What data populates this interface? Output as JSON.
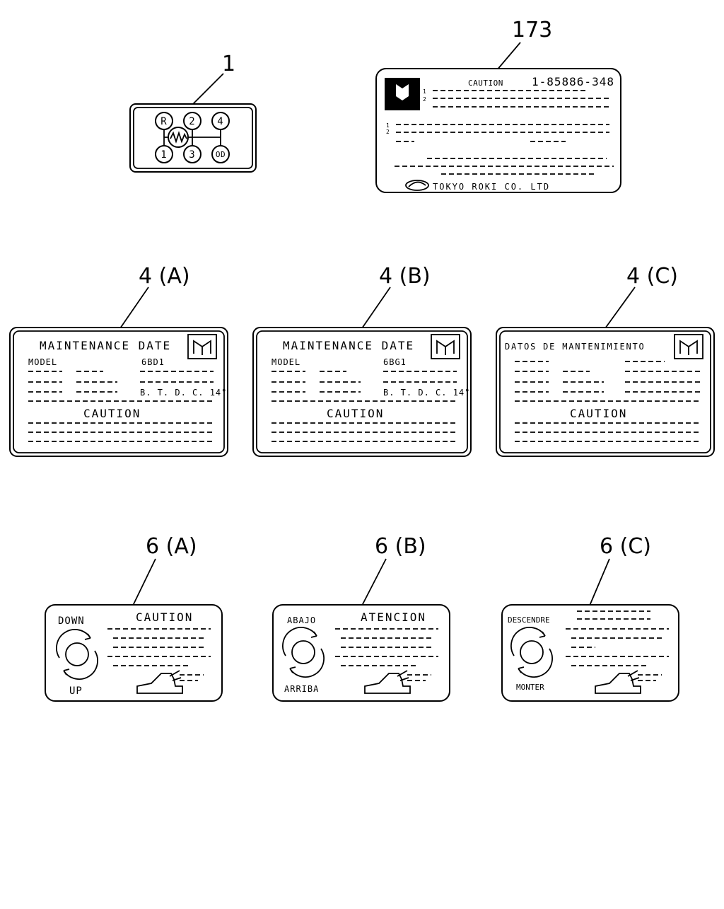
{
  "callouts": {
    "c1": "1",
    "c173": "173",
    "c4a": "4 (A)",
    "c4b": "4 (B)",
    "c4c": "4 (C)",
    "c6a": "6 (A)",
    "c6b": "6 (B)",
    "c6c": "6 (C)"
  },
  "shift_pattern": {
    "positions": [
      "R",
      "2",
      "4",
      "1",
      "3",
      "OD"
    ]
  },
  "roki_label": {
    "caution": "CAUTION",
    "part_number": "1-85886-348",
    "row_marks": [
      "1",
      "2",
      "1",
      "2"
    ],
    "maker": "TOKYO ROKI CO. LTD"
  },
  "maint_a": {
    "title": "MAINTENANCE DATE",
    "model_label": "MODEL",
    "model_value": "6BD1",
    "timing": "B. T. D. C. 14°",
    "caution": "CAUTION"
  },
  "maint_b": {
    "title": "MAINTENANCE DATE",
    "model_label": "MODEL",
    "model_value": "6BG1",
    "timing": "B. T. D. C. 14°",
    "caution": "CAUTION"
  },
  "maint_c": {
    "title": "DATOS DE MANTENIMIENTO",
    "caution": "CAUTION"
  },
  "tilt_a": {
    "top": "DOWN",
    "bottom": "UP",
    "heading": "CAUTION"
  },
  "tilt_b": {
    "top": "ABAJO",
    "bottom": "ARRIBA",
    "heading": "ATENCION"
  },
  "tilt_c": {
    "top": "DESCENDRE",
    "bottom": "MONTER"
  }
}
